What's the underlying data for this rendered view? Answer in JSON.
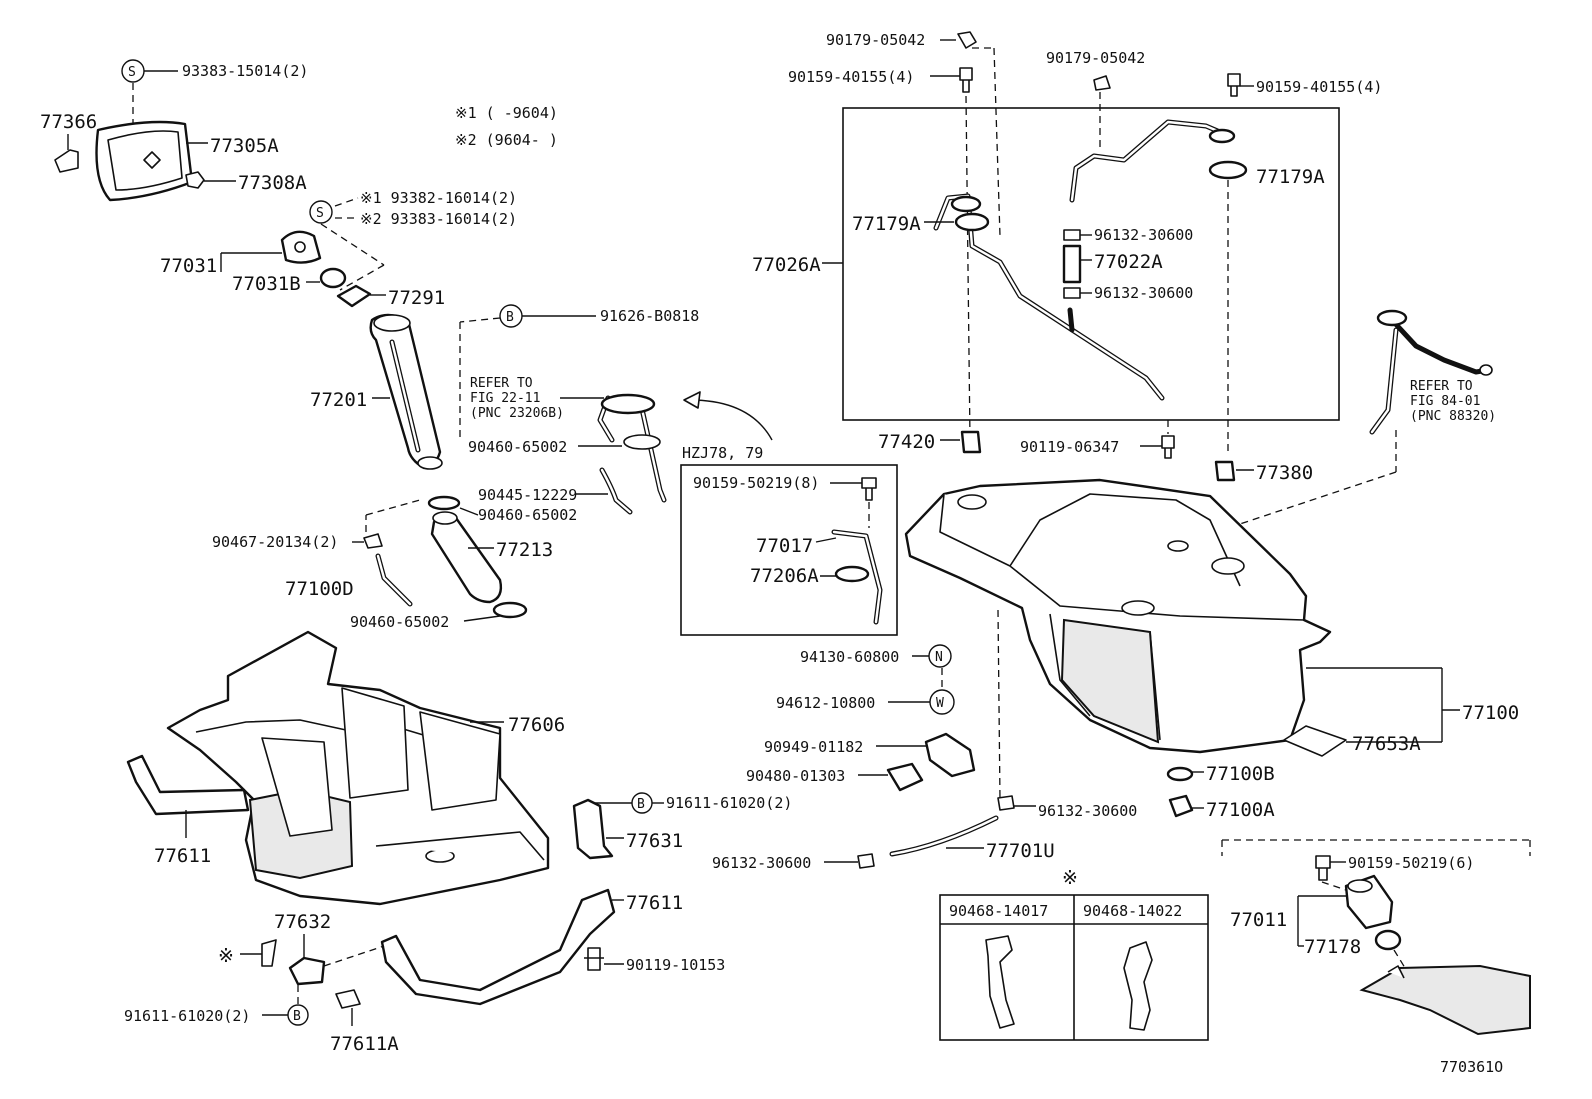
{
  "legend": {
    "mark1": "※1 (      -9604)",
    "mark2": "※2 (9604-      )"
  },
  "symbols": {
    "s": "S",
    "b": "B",
    "n": "N",
    "w": "W",
    "asterisk": "※"
  },
  "labels": {
    "p93383_15014": "93383-15014(2)",
    "p77366": "77366",
    "p77305A": "77305A",
    "p77308A": "77308A",
    "p93382_16014": "※1 93382-16014(2)",
    "p93383_16014": "※2 93383-16014(2)",
    "p77031": "77031",
    "p77031B": "77031B",
    "p77291": "77291",
    "p91626_B0818": "91626-B0818",
    "p77201": "77201",
    "p90460_65002_a": "90460-65002",
    "p90445_12229": "90445-12229",
    "p90460_65002_b": "90460-65002",
    "p90467_20134": "90467-20134(2)",
    "p77213": "77213",
    "p77100D": "77100D",
    "p90460_65002_c": "90460-65002",
    "p77606": "77606",
    "p77611_a": "77611",
    "p91611_61020_a": "91611-61020(2)",
    "p77631": "77631",
    "p77611_b": "77611",
    "p77632": "77632",
    "p90119_10153": "90119-10153",
    "p91611_61020_b": "91611-61020(2)",
    "p77611A": "77611A",
    "p90179_05042_a": "90179-05042",
    "p90159_40155_a": "90159-40155(4)",
    "p90179_05042_b": "90179-05042",
    "p90159_40155_b": "90159-40155(4)",
    "p77179A_a": "77179A",
    "p77179A_b": "77179A",
    "p77026A": "77026A",
    "p96132_30600_a": "96132-30600",
    "p77022A": "77022A",
    "p96132_30600_b": "96132-30600",
    "p77420": "77420",
    "p90119_06347": "90119-06347",
    "p77380": "77380",
    "p90159_50219_8": "90159-50219(8)",
    "p77017": "77017",
    "p77206A": "77206A",
    "p94130_60800": "94130-60800",
    "p94612_10800": "94612-10800",
    "p90949_01182": "90949-01182",
    "p90480_01303": "90480-01303",
    "p96132_30600_c": "96132-30600",
    "p96132_30600_d": "96132-30600",
    "p77701U": "77701U",
    "p77100": "77100",
    "p77653A": "77653A",
    "p77100B": "77100B",
    "p77100A": "77100A",
    "p90159_50219_6": "90159-50219(6)",
    "p77011": "77011",
    "p77178": "77178"
  },
  "refs": {
    "fig22_l1": "REFER TO",
    "fig22_l2": "FIG 22-11",
    "fig22_l3": "(PNC 23206B)",
    "fig84_l1": "REFER TO",
    "fig84_l2": "FIG 84-01",
    "fig84_l3": "(PNC 88320)"
  },
  "variant_label": "HZJ78, 79",
  "clip_table": {
    "col1": "90468-14017",
    "col2": "90468-14022"
  },
  "figure_id": "770361O"
}
